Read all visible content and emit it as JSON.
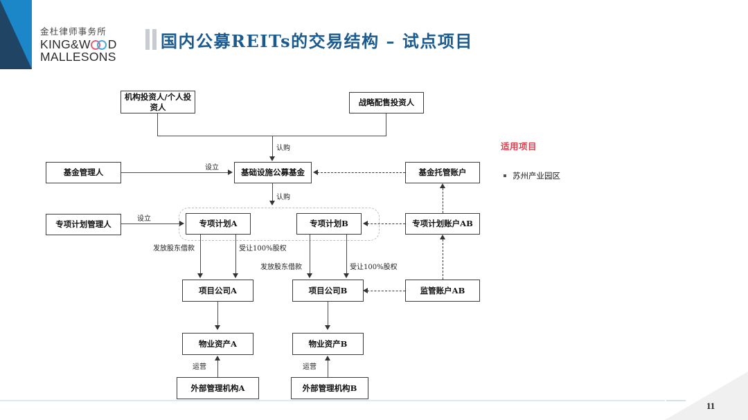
{
  "brand": {
    "logo_cn": "金杜律师事务所",
    "logo_en_line1_pre": "KING&W",
    "logo_en_line1_post": "D",
    "logo_en_line2": "MALLESONS"
  },
  "header": {
    "title": "国内公募REITs的交易结构 – 试点项目"
  },
  "notes": {
    "heading": "适用项目",
    "items": [
      "苏州产业园区"
    ]
  },
  "footer": {
    "page_number": "11"
  },
  "diagram": {
    "nodes": {
      "retail_investors": "机构投资人/个人投资人",
      "strategic_investors": "战略配售投资人",
      "fund_manager": "基金管理人",
      "public_fund": "基础设施公募基金",
      "fund_custody_account": "基金托管账户",
      "abs_manager": "专项计划管理人",
      "abs_plan_a": "专项计划A",
      "abs_plan_b": "专项计划B",
      "abs_account_ab": "专项计划账户AB",
      "project_co_a": "项目公司A",
      "project_co_b": "项目公司B",
      "supervision_account_ab": "监管账户AB",
      "property_asset_a": "物业资产A",
      "property_asset_b": "物业资产B",
      "external_manager_a": "外部管理机构A",
      "external_manager_b": "外部管理机构B"
    },
    "edges": {
      "subscribe_fund": "认购",
      "establish_fund": "设立",
      "subscribe_abs": "认购",
      "establish_abs": "设立",
      "shareholder_loan_a": "发放股东借款",
      "equity_transfer_a": "受让100%股权",
      "shareholder_loan_b": "发放股东借款",
      "equity_transfer_b": "受让100%股权",
      "operate_a": "运营",
      "operate_b": "运营"
    }
  }
}
